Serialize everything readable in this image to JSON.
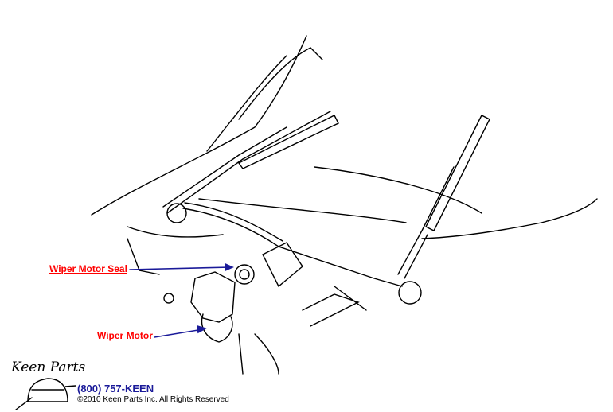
{
  "callouts": [
    {
      "label": "Wiper Motor Seal",
      "color": "#ff0000"
    },
    {
      "label": "Wiper Motor",
      "color": "#ff0000"
    }
  ],
  "arrow_color": "#1a1a99",
  "footer": {
    "logo": "Keen Parts",
    "phone": "(800) 757-KEEN",
    "copyright": "©2010 Keen Parts Inc. All Rights Reserved"
  }
}
